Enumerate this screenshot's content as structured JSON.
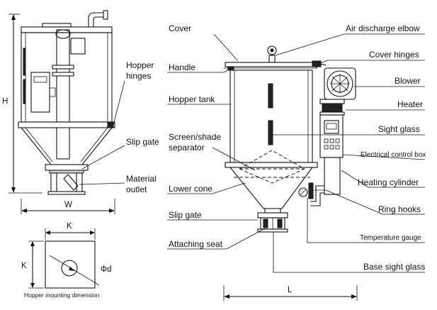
{
  "left_view": {
    "labels": {
      "hopper_hinges_1": "Hopper",
      "hopper_hinges_2": "hinges",
      "slip_gate": "Slip gate",
      "material_outlet_1": "Material",
      "material_outlet_2": "outlet"
    },
    "dimensions": {
      "height": "H",
      "width": "W"
    }
  },
  "mounting_view": {
    "dim_k_horizontal": "K",
    "dim_k_vertical": "K",
    "diameter": "Φd",
    "caption": "Hopper mounting dimension"
  },
  "right_view": {
    "left_labels": {
      "cover": "Cover",
      "handle": "Handle",
      "hopper_tank": "Hopper tank",
      "screen_separator_1": "Screen/shade",
      "screen_separator_2": "separator",
      "lower_cone": "Lower cone",
      "slip_gate": "Slip gate",
      "attaching_seat": "Attaching seat"
    },
    "right_labels": {
      "air_discharge_elbow": "Air discharge elbow",
      "cover_hinges": "Cover hinges",
      "blower": "Blower",
      "heater": "Heater",
      "sight_glass": "Sight glass",
      "electrical_control_box": "Electrical control box",
      "heating_cylinder": "Heating cylinder",
      "ring_hooks": "Ring hooks",
      "temperature_gauge": "Temperature gauge",
      "base_sight_glass": "Base sight glass"
    },
    "dimensions": {
      "length": "L"
    }
  }
}
